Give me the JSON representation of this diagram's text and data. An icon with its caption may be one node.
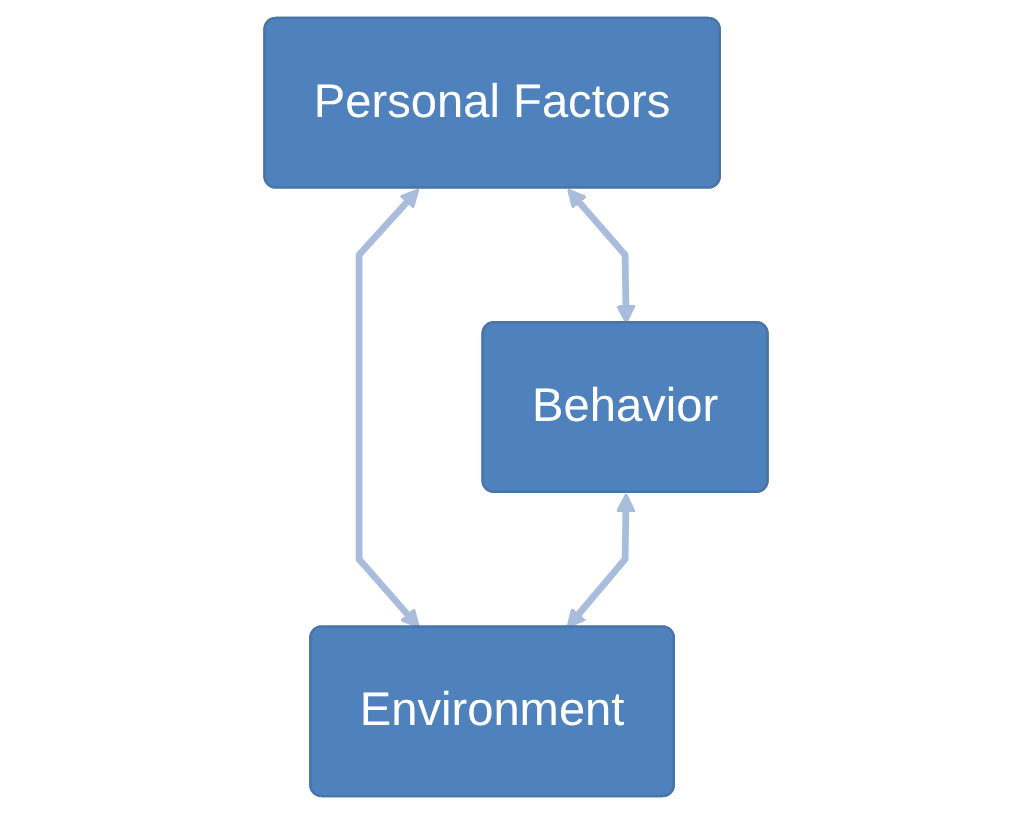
{
  "diagram": {
    "nodes": [
      {
        "text": [
          "Personal Factors"
        ]
      },
      {
        "text": [
          "Behavior"
        ]
      },
      {
        "text": [
          "Environment"
        ]
      }
    ],
    "edges": [
      {
        "from": 0,
        "to": 1,
        "arrow": "both"
      },
      {
        "from": 0,
        "to": 2,
        "arrow": "both"
      },
      {
        "from": 1,
        "to": 2,
        "arrow": "both"
      }
    ]
  }
}
